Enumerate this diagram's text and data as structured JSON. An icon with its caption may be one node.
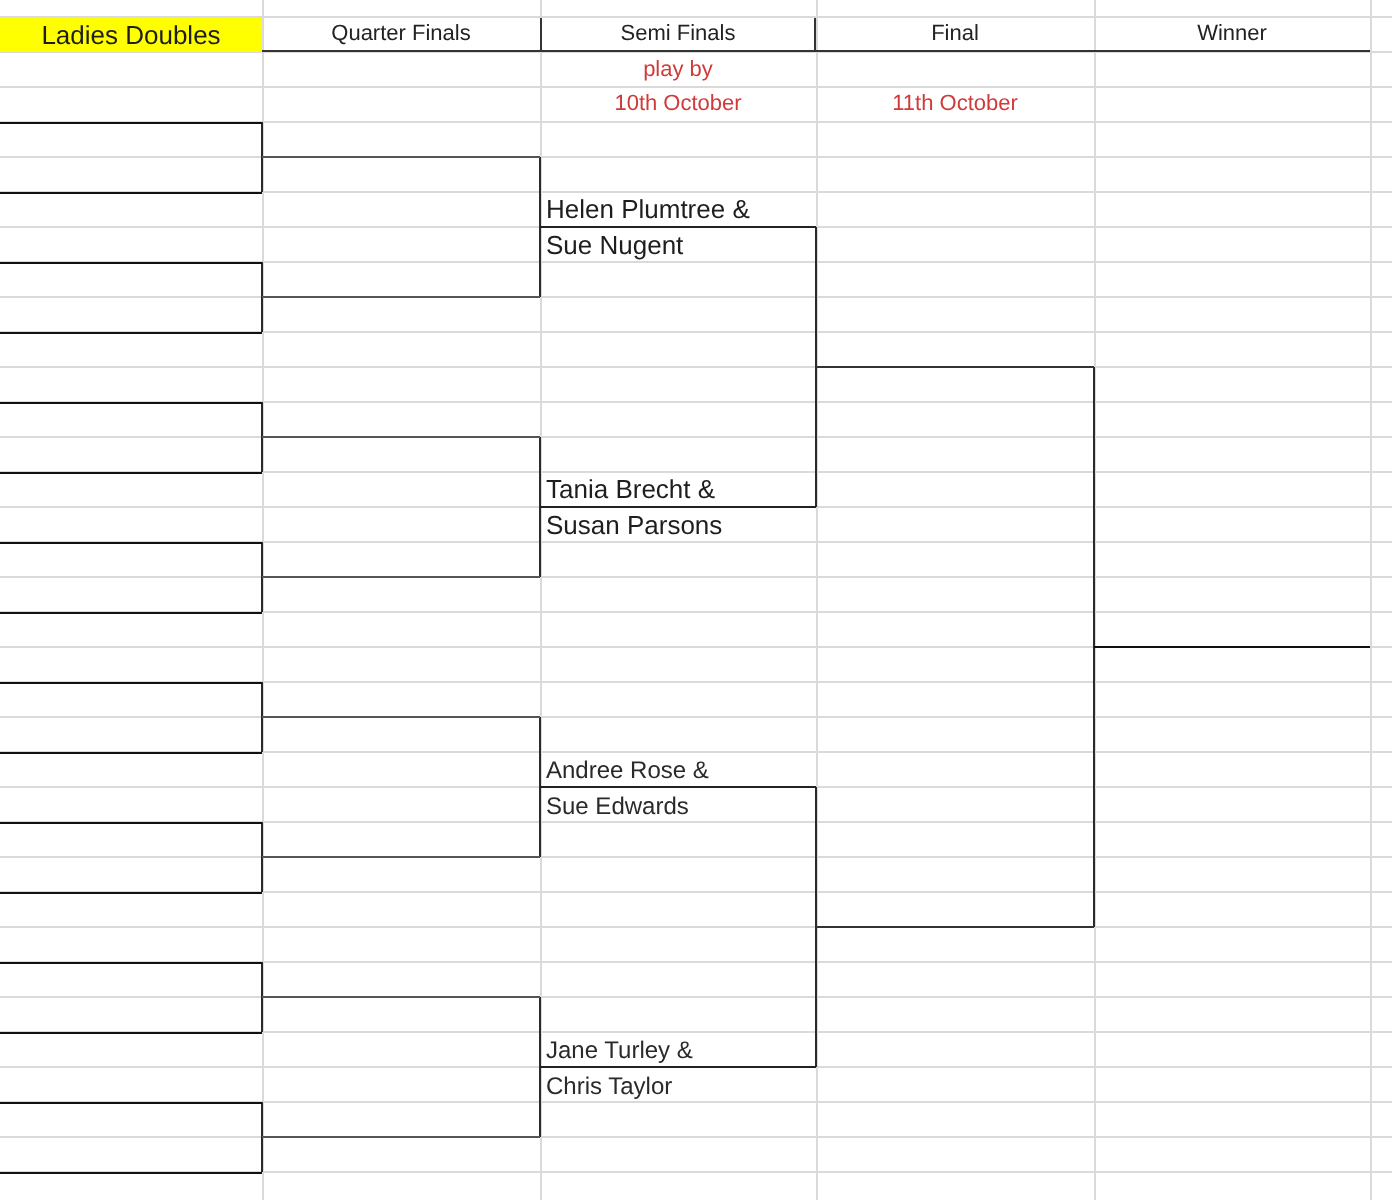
{
  "diagram": {
    "title": "Ladies Doubles",
    "nodes": [
      {
        "text": [],
        "shape": "line"
      },
      {
        "text": [],
        "shape": "line"
      },
      {
        "text": [],
        "shape": "line"
      },
      {
        "text": [],
        "shape": "line"
      },
      {
        "text": [],
        "shape": "line"
      },
      {
        "text": [],
        "shape": "line"
      },
      {
        "text": [],
        "shape": "line"
      },
      {
        "text": [],
        "shape": "line"
      },
      {
        "text": [],
        "shape": "line"
      },
      {
        "text": [],
        "shape": "line"
      },
      {
        "text": [],
        "shape": "line"
      },
      {
        "text": [],
        "shape": "line"
      },
      {
        "text": [],
        "shape": "line"
      },
      {
        "text": [],
        "shape": "line"
      },
      {
        "text": [],
        "shape": "line"
      },
      {
        "text": [],
        "shape": "line"
      },
      {
        "text": [],
        "shape": "line"
      },
      {
        "text": [],
        "shape": "line"
      },
      {
        "text": [],
        "shape": "line"
      },
      {
        "text": [],
        "shape": "line"
      },
      {
        "text": [],
        "shape": "line"
      },
      {
        "text": [],
        "shape": "line"
      },
      {
        "text": [],
        "shape": "line"
      },
      {
        "text": [],
        "shape": "line"
      },
      {
        "text": [
          "Helen Plumtree &",
          "Sue Nugent"
        ]
      },
      {
        "text": [
          "Tania Brecht &",
          "Susan Parsons"
        ]
      },
      {
        "text": [
          "Andree Rose &",
          "Sue Edwards"
        ]
      },
      {
        "text": [
          "Jane Turley &",
          "Chris Taylor"
        ]
      },
      {
        "text": [],
        "shape": "line"
      },
      {
        "text": [],
        "shape": "line"
      },
      {
        "text": [],
        "shape": "line"
      }
    ],
    "edges": [
      {
        "from": 0,
        "to": 16,
        "arrow": "none"
      },
      {
        "from": 1,
        "to": 16,
        "arrow": "none"
      },
      {
        "from": 2,
        "to": 17,
        "arrow": "none"
      },
      {
        "from": 3,
        "to": 17,
        "arrow": "none"
      },
      {
        "from": 4,
        "to": 18,
        "arrow": "none"
      },
      {
        "from": 5,
        "to": 18,
        "arrow": "none"
      },
      {
        "from": 6,
        "to": 19,
        "arrow": "none"
      },
      {
        "from": 7,
        "to": 19,
        "arrow": "none"
      },
      {
        "from": 8,
        "to": 20,
        "arrow": "none"
      },
      {
        "from": 9,
        "to": 20,
        "arrow": "none"
      },
      {
        "from": 10,
        "to": 21,
        "arrow": "none"
      },
      {
        "from": 11,
        "to": 21,
        "arrow": "none"
      },
      {
        "from": 12,
        "to": 22,
        "arrow": "none"
      },
      {
        "from": 13,
        "to": 22,
        "arrow": "none"
      },
      {
        "from": 14,
        "to": 23,
        "arrow": "none"
      },
      {
        "from": 15,
        "to": 23,
        "arrow": "none"
      },
      {
        "from": 16,
        "to": 24,
        "arrow": "none"
      },
      {
        "from": 17,
        "to": 24,
        "arrow": "none"
      },
      {
        "from": 18,
        "to": 25,
        "arrow": "none"
      },
      {
        "from": 19,
        "to": 25,
        "arrow": "none"
      },
      {
        "from": 20,
        "to": 26,
        "arrow": "none"
      },
      {
        "from": 21,
        "to": 26,
        "arrow": "none"
      },
      {
        "from": 22,
        "to": 27,
        "arrow": "none"
      },
      {
        "from": 23,
        "to": 27,
        "arrow": "none"
      },
      {
        "from": 24,
        "to": 28,
        "arrow": "none"
      },
      {
        "from": 25,
        "to": 28,
        "arrow": "none"
      },
      {
        "from": 26,
        "to": 29,
        "arrow": "none"
      },
      {
        "from": 27,
        "to": 29,
        "arrow": "none"
      },
      {
        "from": 28,
        "to": 30,
        "arrow": "none"
      },
      {
        "from": 29,
        "to": 30,
        "arrow": "none"
      }
    ],
    "labels": [
      "Quarter Finals",
      "Semi Finals",
      "Final",
      "Winner",
      "play by",
      "10th October",
      "11th October"
    ]
  }
}
